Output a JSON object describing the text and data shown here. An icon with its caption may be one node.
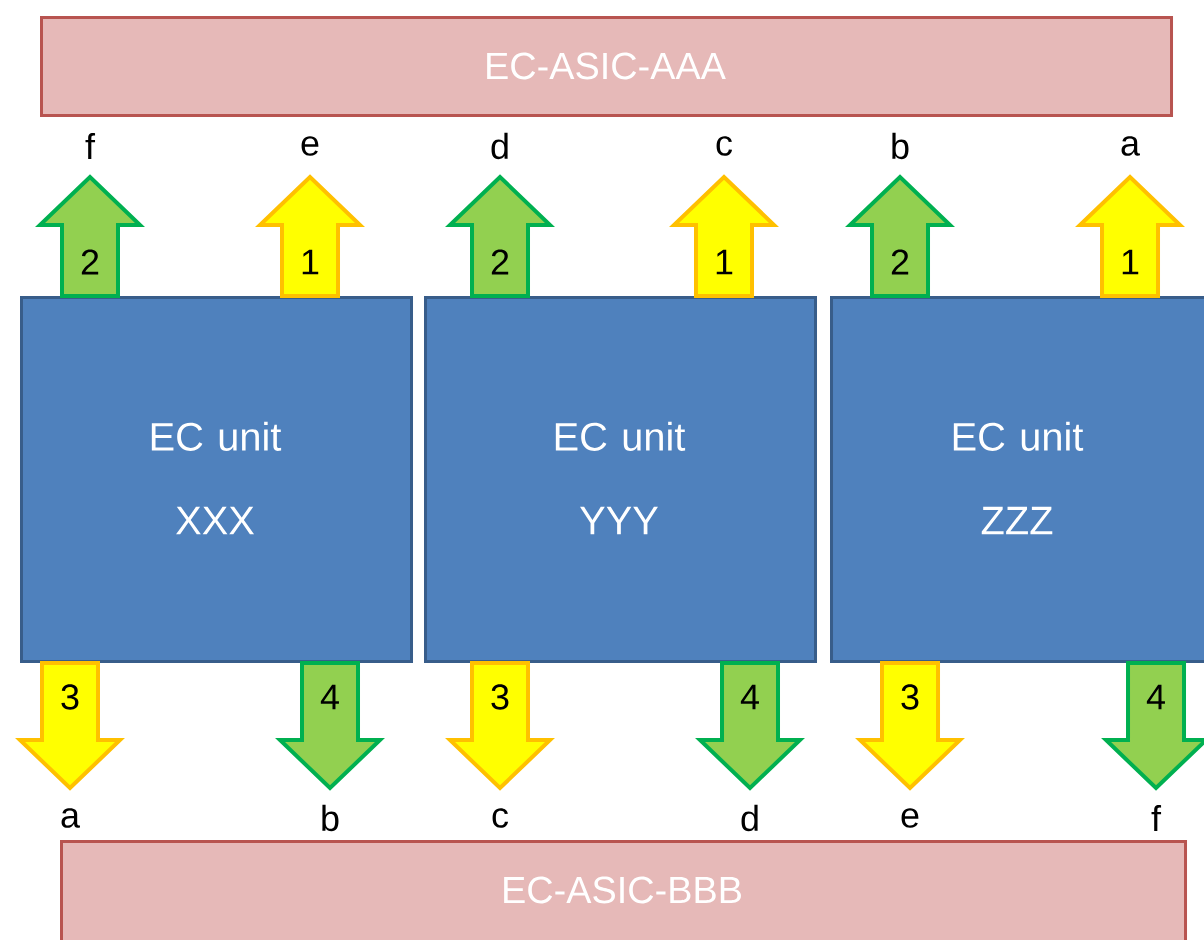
{
  "diagram": {
    "nodes": [
      {
        "text": [
          "EC-ASIC-AAA"
        ]
      },
      {
        "text": [
          "EC unit XXX"
        ]
      },
      {
        "text": [
          "EC unit YYY"
        ]
      },
      {
        "text": [
          "EC unit ZZZ"
        ]
      },
      {
        "text": [
          "EC-ASIC-BBB"
        ]
      }
    ],
    "edges": [
      {
        "from": 1,
        "to": 0,
        "arrow": "to",
        "label": "2",
        "color": "#92d050"
      },
      {
        "from": 1,
        "to": 0,
        "arrow": "to",
        "label": "1",
        "color": "#ffff00"
      },
      {
        "from": 2,
        "to": 0,
        "arrow": "to",
        "label": "2",
        "color": "#92d050"
      },
      {
        "from": 2,
        "to": 0,
        "arrow": "to",
        "label": "1",
        "color": "#ffff00"
      },
      {
        "from": 3,
        "to": 0,
        "arrow": "to",
        "label": "2",
        "color": "#92d050"
      },
      {
        "from": 3,
        "to": 0,
        "arrow": "to",
        "label": "1",
        "color": "#ffff00"
      },
      {
        "from": 1,
        "to": 4,
        "arrow": "to",
        "label": "3",
        "color": "#ffff00"
      },
      {
        "from": 1,
        "to": 4,
        "arrow": "to",
        "label": "4",
        "color": "#92d050"
      },
      {
        "from": 2,
        "to": 4,
        "arrow": "to",
        "label": "3",
        "color": "#ffff00"
      },
      {
        "from": 2,
        "to": 4,
        "arrow": "to",
        "label": "4",
        "color": "#92d050"
      },
      {
        "from": 3,
        "to": 4,
        "arrow": "to",
        "label": "3",
        "color": "#ffff00"
      },
      {
        "from": 3,
        "to": 4,
        "arrow": "to",
        "label": "4",
        "color": "#92d050"
      }
    ],
    "labels": [
      "f",
      "e",
      "d",
      "c",
      "b",
      "a",
      "a",
      "b",
      "c",
      "d",
      "e",
      "f"
    ]
  }
}
